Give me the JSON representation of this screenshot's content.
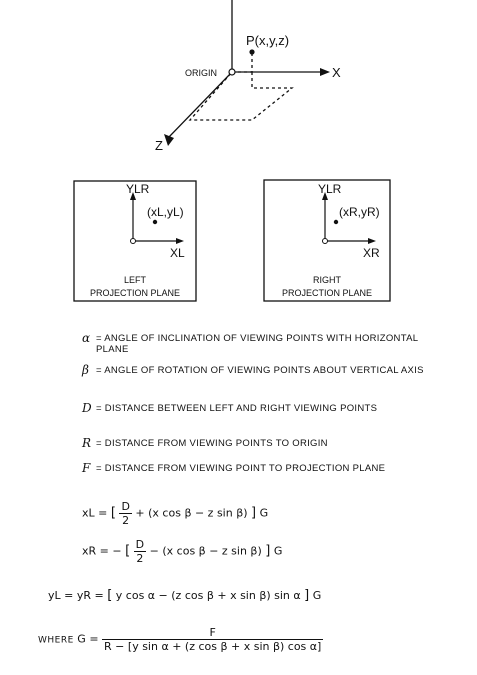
{
  "axes3d": {
    "point_label": "P(x,y,z)",
    "origin_label": "ORIGIN",
    "x_label": "X",
    "z_label": "Z"
  },
  "left_plane": {
    "axis_y": "YLR",
    "axis_x": "XL",
    "point": "(xL,yL)",
    "caption_1": "LEFT",
    "caption_2": "PROJECTION PLANE"
  },
  "right_plane": {
    "axis_y": "YLR",
    "axis_x": "XR",
    "point": "(xR,yR)",
    "caption_1": "RIGHT",
    "caption_2": "PROJECTION PLANE"
  },
  "definitions": [
    {
      "symbol": "α",
      "text": "= ANGLE OF INCLINATION OF VIEWING POINTS WITH HORIZONTAL PLANE"
    },
    {
      "symbol": "β",
      "text": "= ANGLE OF ROTATION OF VIEWING POINTS ABOUT VERTICAL AXIS"
    },
    {
      "symbol": "D",
      "text": "= DISTANCE BETWEEN LEFT AND RIGHT VIEWING POINTS"
    },
    {
      "symbol": "R",
      "text": "= DISTANCE FROM VIEWING POINTS TO ORIGIN"
    },
    {
      "symbol": "F",
      "text": "= DISTANCE FROM VIEWING POINT TO PROJECTION PLANE"
    }
  ],
  "equations": {
    "xl_lhs": "xL =",
    "xl_rhs": "+ (x cos β − z sin β)",
    "xr_lhs": "xR = −",
    "xr_rhs": "− (x cos β − z sin β)",
    "d": "D",
    "two": "2",
    "g": "G",
    "y_lhs": "yL = yR =",
    "y_rhs": "y cos α − (z cos β + x sin β) sin α",
    "where": "WHERE",
    "g_eq": "G =",
    "g_num": "F",
    "g_den": "R − [y sin α + (z cos β + x sin β) cos α]"
  }
}
